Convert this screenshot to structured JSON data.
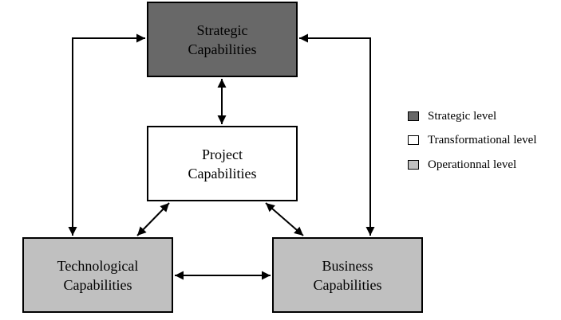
{
  "nodes": {
    "strategic": {
      "line1": "Strategic",
      "line2": "Capabilities",
      "fill": "#686868"
    },
    "project": {
      "line1": "Project",
      "line2": "Capabilities",
      "fill": "#ffffff"
    },
    "technological": {
      "line1": "Technological",
      "line2": "Capabilities",
      "fill": "#c0c0c0"
    },
    "business": {
      "line1": "Business",
      "line2": "Capabilities",
      "fill": "#c0c0c0"
    }
  },
  "legend": [
    {
      "label": "Strategic level",
      "color": "#686868"
    },
    {
      "label": "Transformational level",
      "color": "#ffffff"
    },
    {
      "label": "Operationnal level",
      "color": "#c0c0c0"
    }
  ],
  "edges": [
    {
      "from": "strategic",
      "to": "project",
      "bidirectional": true
    },
    {
      "from": "strategic",
      "to": "technological",
      "bidirectional": true
    },
    {
      "from": "strategic",
      "to": "business",
      "bidirectional": true
    },
    {
      "from": "project",
      "to": "technological",
      "bidirectional": true
    },
    {
      "from": "project",
      "to": "business",
      "bidirectional": true
    },
    {
      "from": "technological",
      "to": "business",
      "bidirectional": true
    }
  ]
}
